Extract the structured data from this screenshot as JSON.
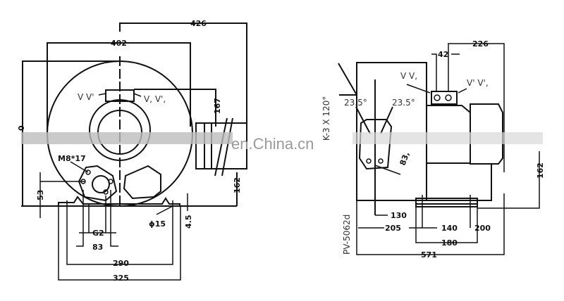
{
  "front_view": {
    "dims": {
      "d426": "426",
      "d402": "402",
      "d0": "0",
      "d167": "167",
      "d162": "162",
      "d53": "53",
      "d4_5": "4.5",
      "phi15": "ϕ15",
      "g2": "G2",
      "d83": "83",
      "d290": "290",
      "d325": "325"
    },
    "labels": {
      "m8": "M8*17",
      "vv": "V V'",
      "v1v1": "V, V',"
    }
  },
  "side_view": {
    "dims": {
      "d226": "226",
      "d42": "42",
      "d162": "162",
      "d130": "130",
      "d205": "205",
      "d140": "140",
      "d200": "200",
      "d180": "180",
      "d571": "571",
      "d83": "83,"
    },
    "labels": {
      "angle_left": "23.5°",
      "angle_right": "23.5°",
      "holes": "K-3 X 120°",
      "model": "PV-5062d",
      "vv": "V V,",
      "v1v1": "V' V',"
    }
  },
  "watermark": "en.China.cn",
  "colors": {
    "line": "#111111",
    "watermark": "#9a9a9a"
  }
}
